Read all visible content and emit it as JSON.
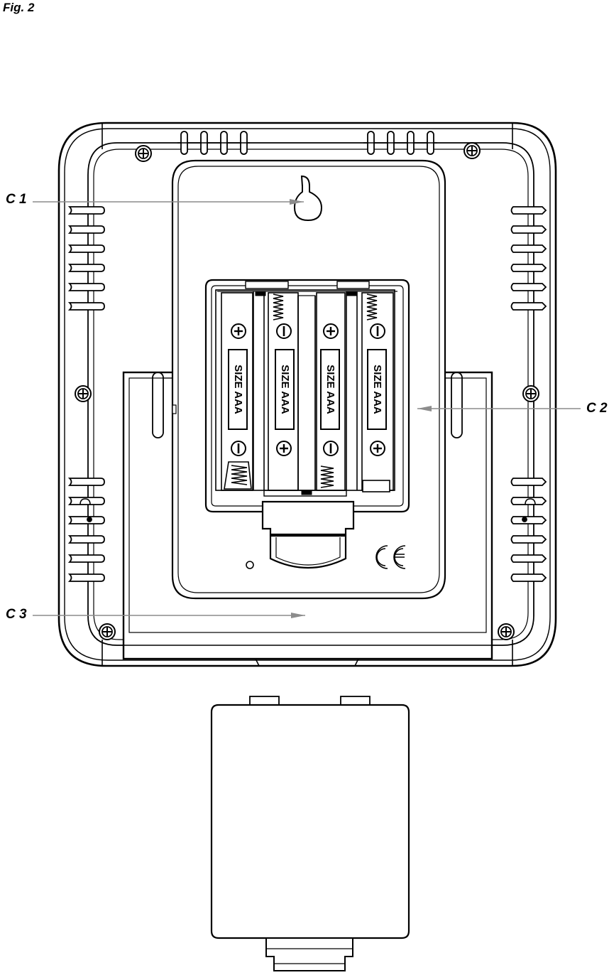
{
  "figure": {
    "title": "Fig. 2",
    "callouts": [
      {
        "id": "c1",
        "label": "C 1"
      },
      {
        "id": "c2",
        "label": "C 2"
      },
      {
        "id": "c3",
        "label": "C 3"
      }
    ]
  },
  "batteries": [
    {
      "label": "SIZE AAA"
    },
    {
      "label": "SIZE AAA"
    },
    {
      "label": "SIZE AAA"
    },
    {
      "label": "SIZE AAA"
    }
  ],
  "symbols": {
    "plus": "+",
    "minus": "−",
    "ce_mark": "CE"
  },
  "colors": {
    "line": "#000000",
    "arrow": "#8c8c8c",
    "background": "#ffffff"
  }
}
